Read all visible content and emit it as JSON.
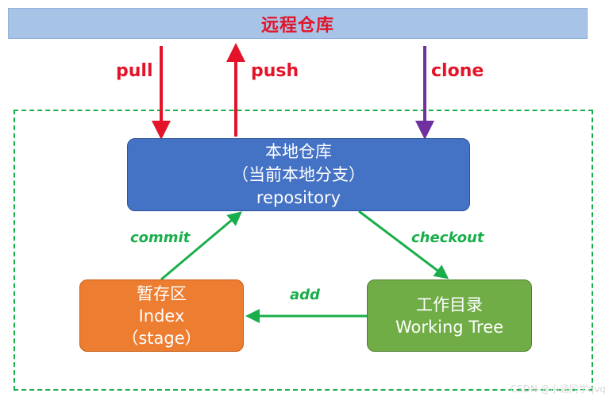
{
  "remote": {
    "title": "远程仓库"
  },
  "labels": {
    "pull": "pull",
    "push": "push",
    "clone": "clone",
    "commit": "commit",
    "checkout": "checkout",
    "add": "add"
  },
  "local_repo": {
    "line1": "本地仓库",
    "line2": "（当前本地分支）",
    "line3": "repository"
  },
  "stage": {
    "line1": "暂存区",
    "line2": "Index",
    "line3": "（stage）"
  },
  "working_tree": {
    "line1": "工作目录",
    "line2": "Working Tree"
  },
  "watermark": "CSDN @小涵同学qvq",
  "colors": {
    "red": "#e3142a",
    "purple": "#7030a0",
    "green": "#1aae4b",
    "blue_box": "#4472c4",
    "orange_box": "#ed7d31",
    "green_box": "#70ad47",
    "remote_bar": "#a7c3e6"
  }
}
